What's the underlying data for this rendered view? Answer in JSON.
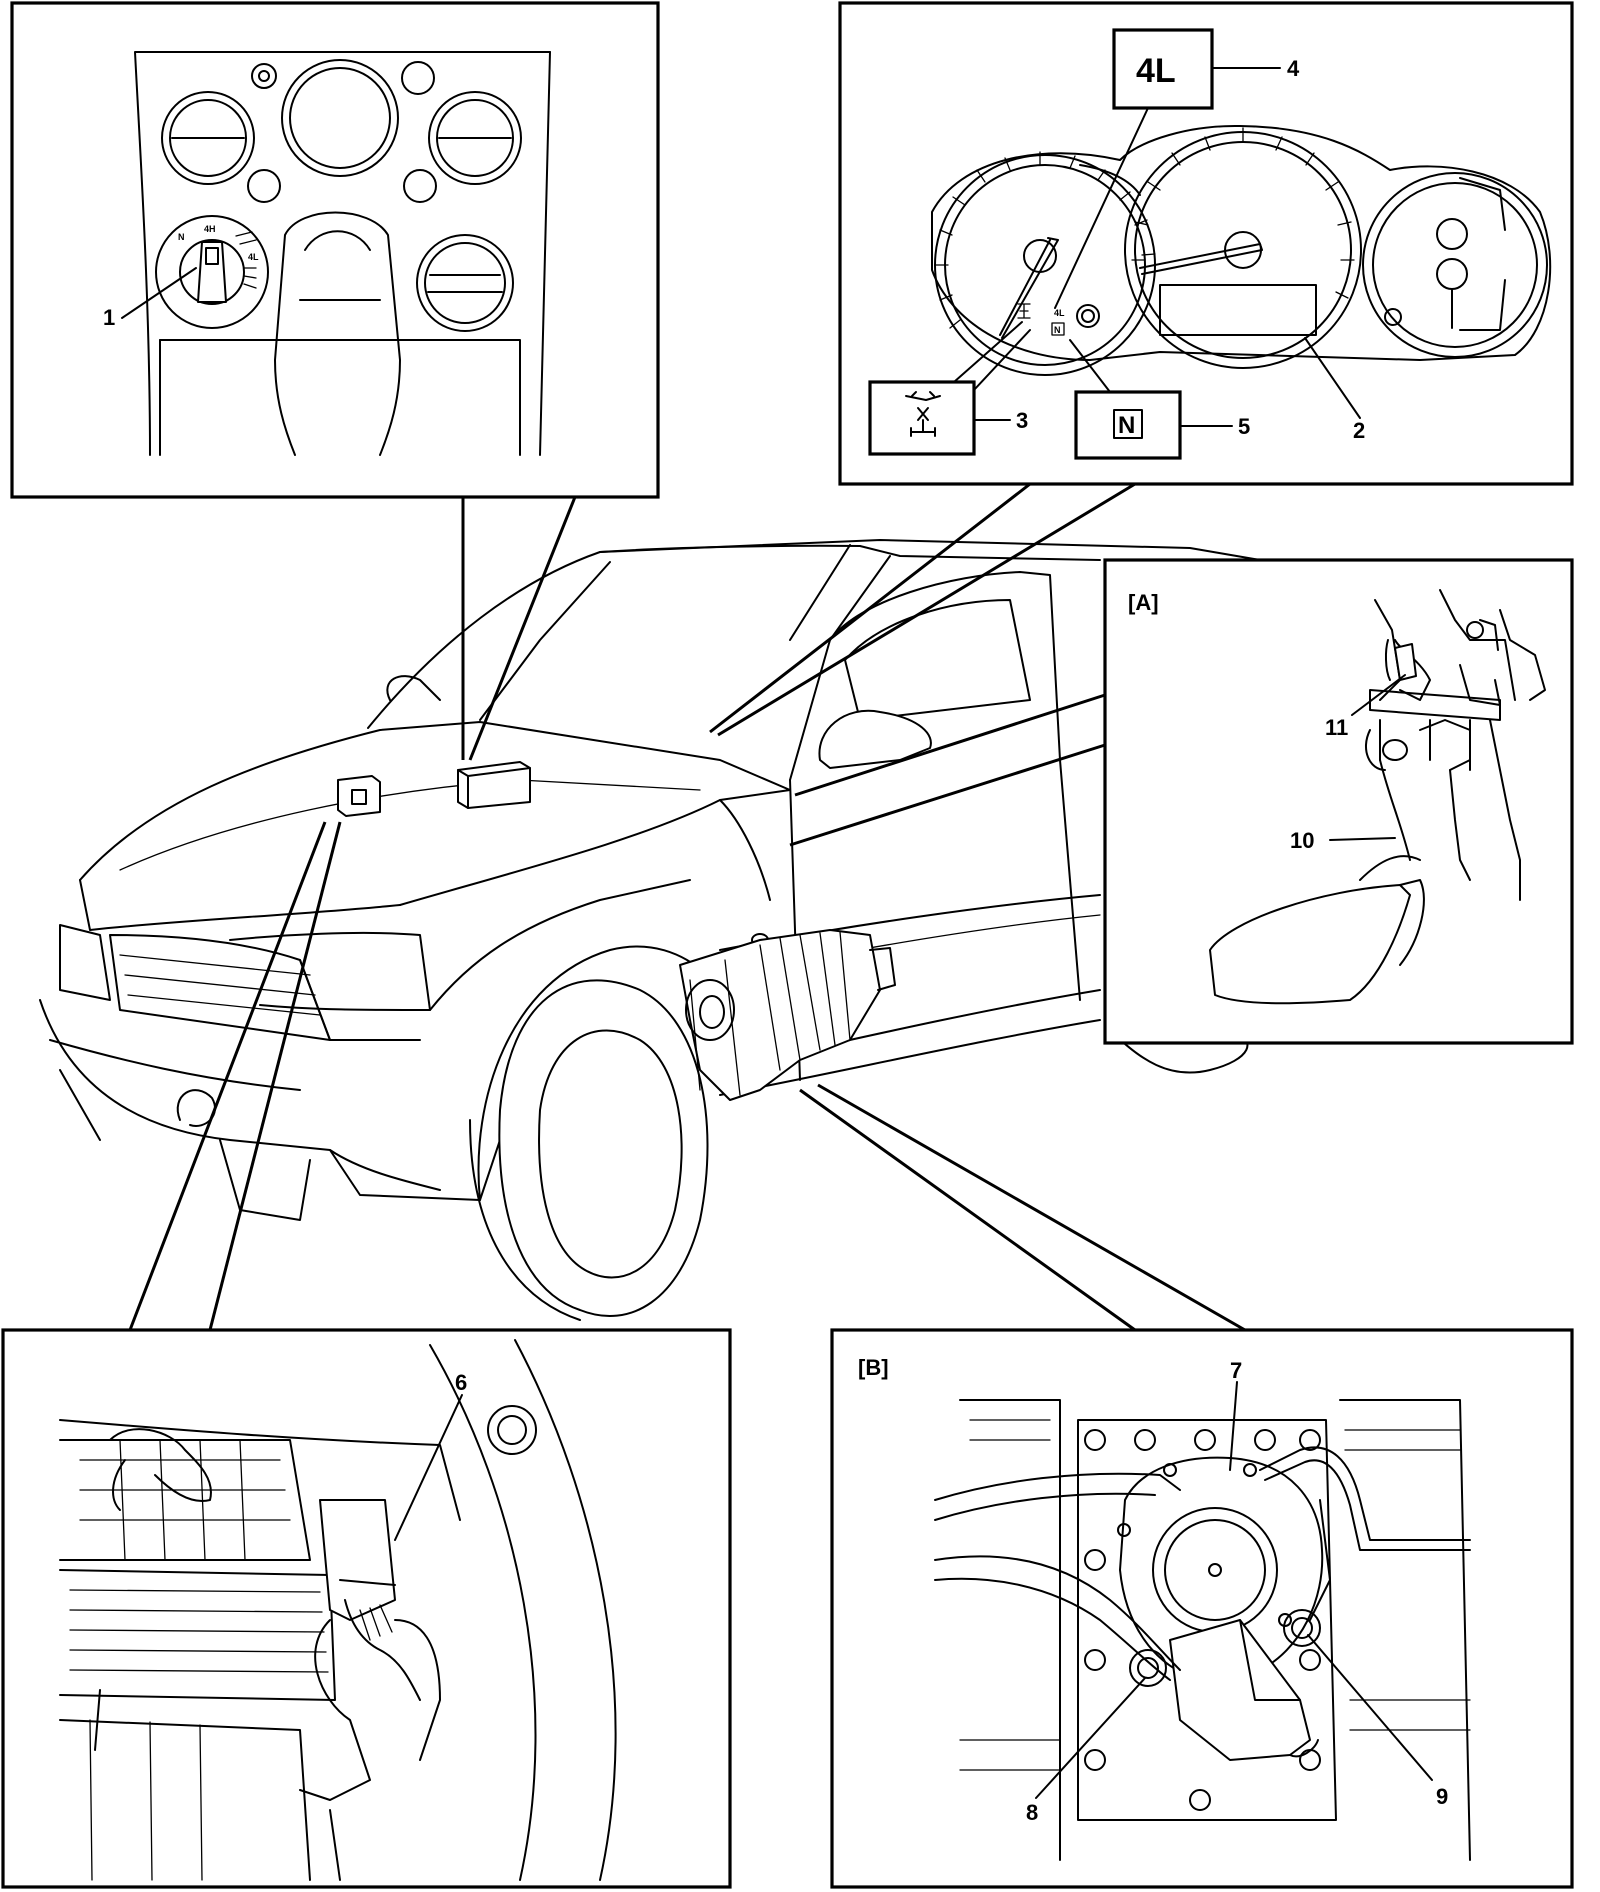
{
  "inset_labels": {
    "a": "[A]",
    "b": "[B]"
  },
  "indicator_symbols": {
    "low_range": "4L",
    "neutral": "N"
  },
  "switch_text": {
    "four_h": "4H",
    "n": "N",
    "four_l": "4L"
  },
  "callouts": {
    "c1": "1",
    "c2": "2",
    "c3": "3",
    "c4": "4",
    "c5": "5",
    "c6": "6",
    "c7": "7",
    "c8": "8",
    "c9": "9",
    "c10": "10",
    "c11": "11"
  }
}
